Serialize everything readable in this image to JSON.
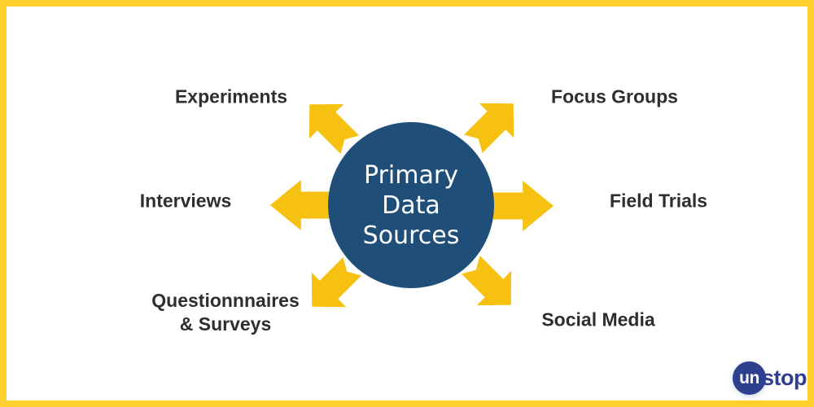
{
  "colors": {
    "background": "#FFFFFF",
    "border_gold": "#FFD12E",
    "arrow_gold": "#F7C112",
    "circle_navy": "#1F4E79",
    "circle_text": "#FFFFFF",
    "label_dark": "#2E2E2E",
    "logo_blue": "#2D3F8E"
  },
  "diagram": {
    "center": {
      "line1": "Primary",
      "line2": "Data",
      "line3": "Sources"
    },
    "spokes": {
      "experiments": "Experiments",
      "focus_groups": "Focus Groups",
      "interviews": "Interviews",
      "field_trials": "Field Trials",
      "questionnaires_line1": "Questionnnaires",
      "questionnaires_line2": "& Surveys",
      "social_media": "Social Media"
    }
  },
  "icons": {
    "arrow_directions": [
      "up-left",
      "up-right",
      "left",
      "right",
      "down-left",
      "down-right"
    ]
  },
  "logo": {
    "prefix": "un",
    "suffix": "stop"
  }
}
